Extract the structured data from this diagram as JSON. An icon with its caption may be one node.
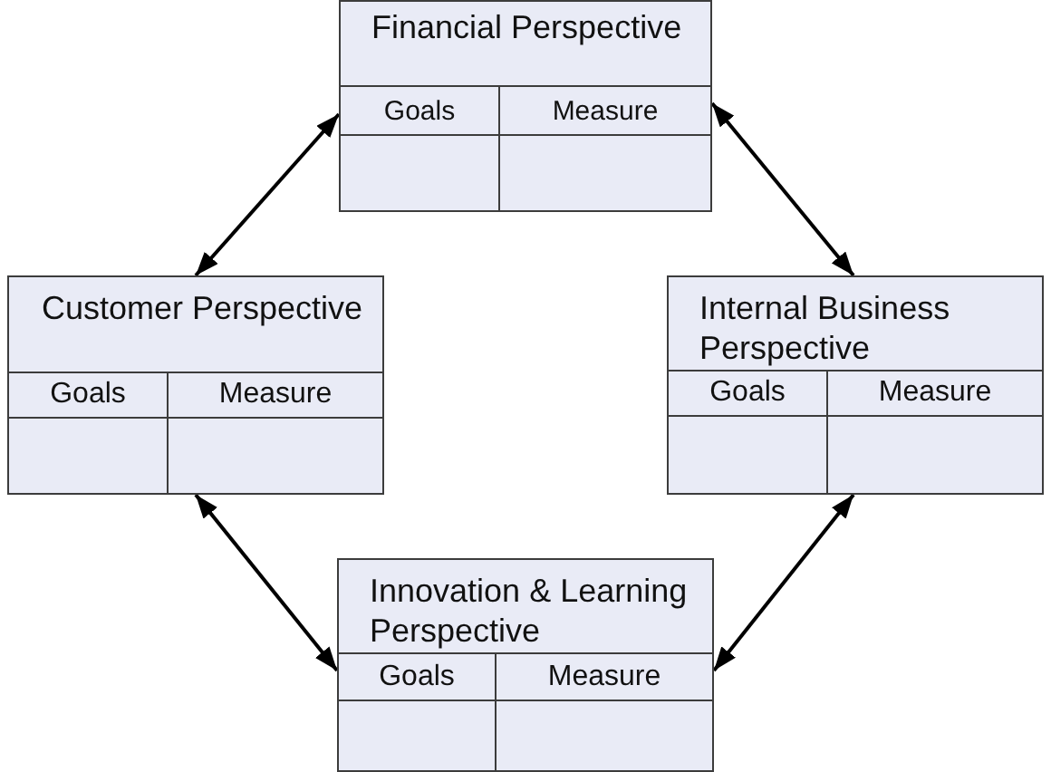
{
  "diagram": {
    "nodes": [
      {
        "text": [
          "Financial Perspective"
        ]
      },
      {
        "text": [
          "Goals"
        ],
        "in": 0
      },
      {
        "text": [
          "Measure"
        ],
        "in": 0
      },
      {
        "text": [
          "Customer Perspective"
        ]
      },
      {
        "text": [
          "Goals"
        ],
        "in": 3
      },
      {
        "text": [
          "Measure"
        ],
        "in": 3
      },
      {
        "text": [
          "Internal Business Perspective"
        ]
      },
      {
        "text": [
          "Goals"
        ],
        "in": 6
      },
      {
        "text": [
          "Measure"
        ],
        "in": 6
      },
      {
        "text": [
          "Innovation & Learning Perspective"
        ]
      },
      {
        "text": [
          "Goals"
        ],
        "in": 9
      },
      {
        "text": [
          "Measure"
        ],
        "in": 9
      }
    ],
    "edges": [
      {
        "from": 0,
        "to": 3,
        "arrow": "both"
      },
      {
        "from": 0,
        "to": 6,
        "arrow": "both"
      },
      {
        "from": 3,
        "to": 9,
        "arrow": "both"
      },
      {
        "from": 6,
        "to": 9,
        "arrow": "both"
      }
    ]
  }
}
